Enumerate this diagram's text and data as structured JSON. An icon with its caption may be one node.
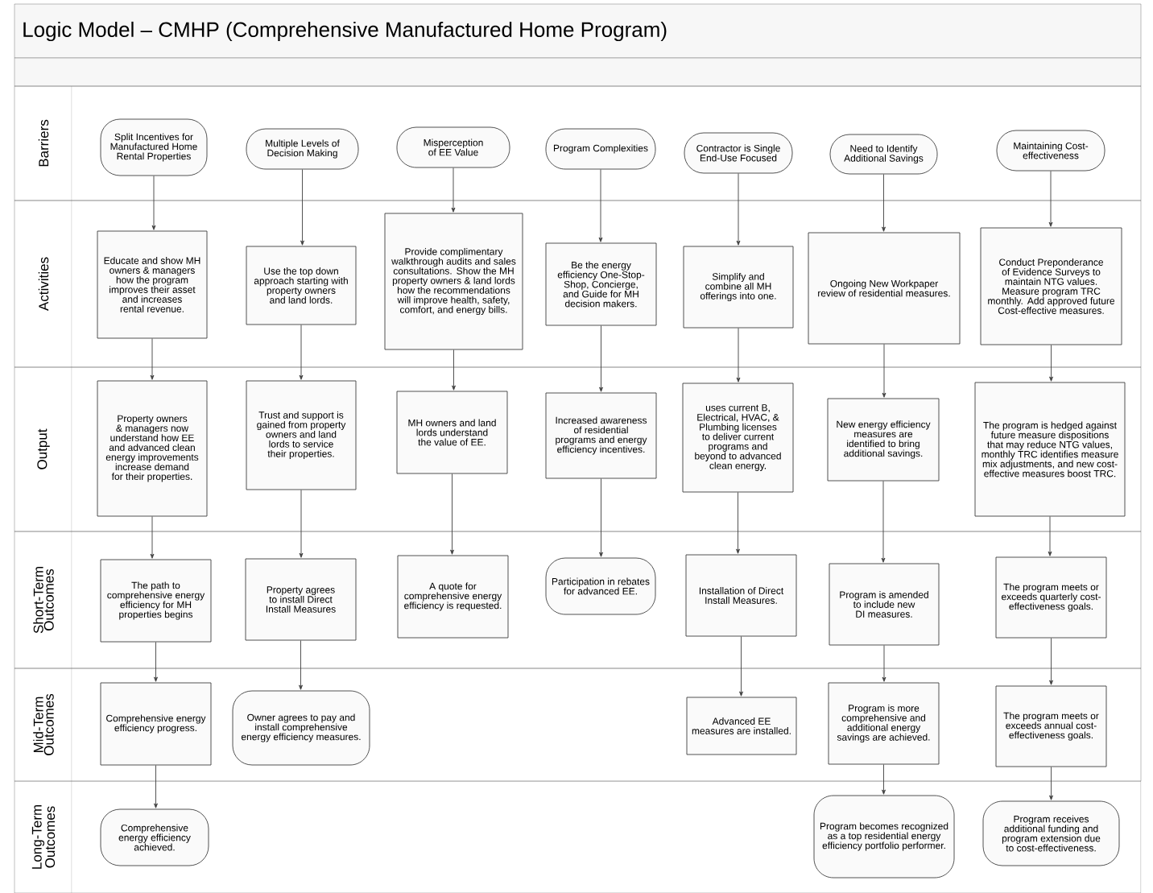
{
  "diagram": {
    "title": "Logic Model – CMHP (Comprehensive Manufactured Home Program)",
    "nodes": [
      {
        "text": [
          "Barriers"
        ]
      },
      {
        "text": [
          "Activities"
        ]
      },
      {
        "text": [
          "Output"
        ]
      },
      {
        "text": [
          "Short-Term Outcomes"
        ]
      },
      {
        "text": [
          "Mid-Term Outcomes"
        ]
      },
      {
        "text": [
          "Long-Term Outcomes"
        ]
      },
      {
        "text": [
          "Split Incentives for Manufactured Home Rental Properties"
        ],
        "in": 0
      },
      {
        "text": [
          "Multiple Levels of Decision Making"
        ],
        "in": 0
      },
      {
        "text": [
          "Misperception of EE Value"
        ],
        "in": 0
      },
      {
        "text": [
          "Program Complexities"
        ],
        "in": 0
      },
      {
        "text": [
          "Contractor is Single End-Use Focused"
        ],
        "in": 0
      },
      {
        "text": [
          "Need to Identify Additional Savings"
        ],
        "in": 0
      },
      {
        "text": [
          "Maintaining Cost-effectiveness"
        ],
        "in": 0
      },
      {
        "text": [
          "Educate and show MH owners & managers how the program improves their asset and increases rental revenue."
        ],
        "in": 1
      },
      {
        "text": [
          "Use the top down approach starting with property owners and land lords."
        ],
        "in": 1
      },
      {
        "text": [
          "Provide complimentary walkthrough audits and sales consultations. Show the MH property owners & land lords how the recommendations will improve health, safety, comfort, and energy bills."
        ],
        "in": 1
      },
      {
        "text": [
          "Be the energy efficiency One-Stop-Shop, Concierge, and Guide for MH decision makers."
        ],
        "in": 1
      },
      {
        "text": [
          "Simplify and combine all MH offerings into one."
        ],
        "in": 1
      },
      {
        "text": [
          "Ongoing New Workpaper review of residential measures."
        ],
        "in": 1
      },
      {
        "text": [
          "Conduct Preponderance of Evidence Surveys to maintain NTG values. Measure program TRC monthly. Add approved future Cost-effective measures."
        ],
        "in": 1
      },
      {
        "text": [
          "Property owners & managers now understand how EE and advanced clean energy improvements increase demand for their properties."
        ],
        "in": 2
      },
      {
        "text": [
          "Trust and support is gained from property owners and land lords to service their properties."
        ],
        "in": 2
      },
      {
        "text": [
          "MH owners and land lords understand the value of EE."
        ],
        "in": 2
      },
      {
        "text": [
          "Increased awareness of residential programs and energy efficiency incentives."
        ],
        "in": 2
      },
      {
        "text": [
          "uses current B, Electrical, HVAC, & Plumbing licenses to deliver current programs and beyond to advanced clean energy."
        ],
        "in": 2
      },
      {
        "text": [
          "New energy efficiency measures are identified to bring additional savings."
        ],
        "in": 2
      },
      {
        "text": [
          "The program is hedged against future measure dispositions that may reduce NTG values, monthly TRC identifies measure mix adjustments, and new cost-effective measures boost TRC."
        ],
        "in": 2
      },
      {
        "text": [
          "The path to comprehensive energy efficiency for MH properties begins"
        ],
        "in": 3
      },
      {
        "text": [
          "Property agrees to install Direct Install Measures"
        ],
        "in": 3
      },
      {
        "text": [
          "A quote for comprehensive energy efficiency is requested."
        ],
        "in": 3
      },
      {
        "text": [
          "Participation in rebates for advanced EE."
        ],
        "in": 3
      },
      {
        "text": [
          "Installation of Direct Install Measures."
        ],
        "in": 3
      },
      {
        "text": [
          "Program is amended to include new DI measures."
        ],
        "in": 3
      },
      {
        "text": [
          "The program meets or exceeds quarterly cost-effectiveness goals."
        ],
        "in": 3
      },
      {
        "text": [
          "Comprehensive energy efficiency progress."
        ],
        "in": 4
      },
      {
        "text": [
          "Owner agrees to pay and install comprehensive energy efficiency measures."
        ],
        "in": 4
      },
      {
        "text": [
          "Advanced EE measures are installed."
        ],
        "in": 4
      },
      {
        "text": [
          "Program is more comprehensive and additional energy savings are achieved."
        ],
        "in": 4
      },
      {
        "text": [
          "The program meets or exceeds annual cost-effectiveness goals."
        ],
        "in": 4
      },
      {
        "text": [
          "Comprehensive energy efficiency achieved."
        ],
        "in": 5
      },
      {
        "text": [
          "Program becomes recognized as a top residential energy efficiency portfolio performer."
        ],
        "in": 5
      },
      {
        "text": [
          "Program receives additional funding and program extension due to cost-effectiveness."
        ],
        "in": 5
      }
    ],
    "edges": [
      {
        "from": 6,
        "to": 13,
        "arrow": "to"
      },
      {
        "from": 13,
        "to": 20,
        "arrow": "to"
      },
      {
        "from": 20,
        "to": 27,
        "arrow": "to"
      },
      {
        "from": 27,
        "to": 34,
        "arrow": "to"
      },
      {
        "from": 34,
        "to": 39,
        "arrow": "to"
      },
      {
        "from": 7,
        "to": 14,
        "arrow": "to"
      },
      {
        "from": 14,
        "to": 21,
        "arrow": "to"
      },
      {
        "from": 21,
        "to": 28,
        "arrow": "to"
      },
      {
        "from": 28,
        "to": 35,
        "arrow": "to"
      },
      {
        "from": 8,
        "to": 15,
        "arrow": "to"
      },
      {
        "from": 15,
        "to": 22,
        "arrow": "to"
      },
      {
        "from": 22,
        "to": 29,
        "arrow": "to"
      },
      {
        "from": 9,
        "to": 16,
        "arrow": "to"
      },
      {
        "from": 16,
        "to": 23,
        "arrow": "to"
      },
      {
        "from": 23,
        "to": 30,
        "arrow": "to"
      },
      {
        "from": 10,
        "to": 17,
        "arrow": "to"
      },
      {
        "from": 17,
        "to": 24,
        "arrow": "to"
      },
      {
        "from": 24,
        "to": 31,
        "arrow": "to"
      },
      {
        "from": 31,
        "to": 36,
        "arrow": "to"
      },
      {
        "from": 11,
        "to": 18,
        "arrow": "to"
      },
      {
        "from": 18,
        "to": 25,
        "arrow": "to"
      },
      {
        "from": 25,
        "to": 32,
        "arrow": "to"
      },
      {
        "from": 32,
        "to": 37,
        "arrow": "to"
      },
      {
        "from": 37,
        "to": 40,
        "arrow": "to"
      },
      {
        "from": 12,
        "to": 19,
        "arrow": "to"
      },
      {
        "from": 19,
        "to": 26,
        "arrow": "to"
      },
      {
        "from": 26,
        "to": 33,
        "arrow": "to"
      },
      {
        "from": 33,
        "to": 38,
        "arrow": "to"
      },
      {
        "from": 38,
        "to": 41,
        "arrow": "to"
      }
    ]
  }
}
